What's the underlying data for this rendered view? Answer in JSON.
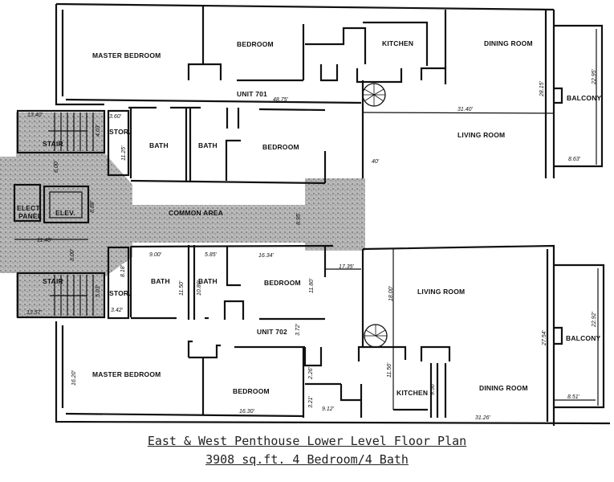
{
  "title": {
    "line1": "East & West Penthouse Lower Level Floor Plan",
    "line2": "3908 sq.ft. 4 Bedroom/4 Bath"
  },
  "units": [
    {
      "name": "UNIT 701"
    },
    {
      "name": "UNIT 702"
    }
  ],
  "rooms": {
    "u701_master_bedroom": "MASTER BEDROOM",
    "u701_bedroom": "BEDROOM",
    "u701_kitchen": "KITCHEN",
    "u701_dining_room": "DINING ROOM",
    "u701_balcony": "BALCONY",
    "u701_living_room": "LIVING ROOM",
    "u701_bath_1": "BATH",
    "u701_bath_2": "BATH",
    "u701_bedroom_2": "BEDROOM",
    "u701_storage": "STOR.",
    "stair_top": "STAIR",
    "stair_bottom": "STAIR",
    "elect_panel_1": "ELECT.",
    "elect_panel_2": "PANEL",
    "elevator": "ELEV.",
    "common_area": "COMMON AREA",
    "u702_bath_1": "BATH",
    "u702_bath_2": "BATH",
    "u702_bedroom_2": "BEDROOM",
    "u702_storage": "STOR.",
    "u702_living_room": "LIVING ROOM",
    "u702_balcony": "BALCONY",
    "u702_master_bedroom": "MASTER BEDROOM",
    "u702_bedroom": "BEDROOM",
    "u702_kitchen": "KITCHEN",
    "u702_dining_room": "DINING ROOM"
  },
  "dimensions": {
    "u701_length": "48.75'",
    "u701_living_width": "31.40'",
    "u701_depth": "28.15'",
    "u701_balcony_length": "22.95'",
    "u701_balcony_width": "8.63'",
    "u701_living_offset": "40'",
    "stair_top_width": "13.40'",
    "stair_top_height": "4.03'",
    "stor_top_width": "3.60'",
    "stor_top_height": "11.25'",
    "corridor_top": "6.00'",
    "elev_width": "11.48'",
    "elev_height": "8.88'",
    "common_height": "8.95'",
    "corridor_bottom": "8.00'",
    "stair_bottom_width": "13.57'",
    "stair_bottom_height": "5.03'",
    "stor_bottom_width": "3.42'",
    "stor_bottom_height": "8.18'",
    "u702_bath_width": "9.00'",
    "u702_bath2_width": "5.85'",
    "u702_bedroom_width": "16.34'",
    "u702_bath_height": "11.50'",
    "u702_bath2_height": "10.80'",
    "u702_bedroom_height": "11.80'",
    "u702_hall": "17.35'",
    "u702_living_height": "18.00'",
    "u702_unit_gap": "3.72'",
    "u702_depth": "27.54'",
    "u702_balcony_length": "22.92'",
    "u702_balcony_width": "8.51'",
    "u702_master_height": "16.20'",
    "u702_bedroom_width_2": "16.30'",
    "u702_closet_1": "2.26'",
    "u702_closet_2": "3.21'",
    "u702_closet_width": "9.12'",
    "u702_kitchen_height": "11.56'",
    "u702_kitchen_width": "9.50'",
    "u702_dining_width": "31.26'"
  }
}
